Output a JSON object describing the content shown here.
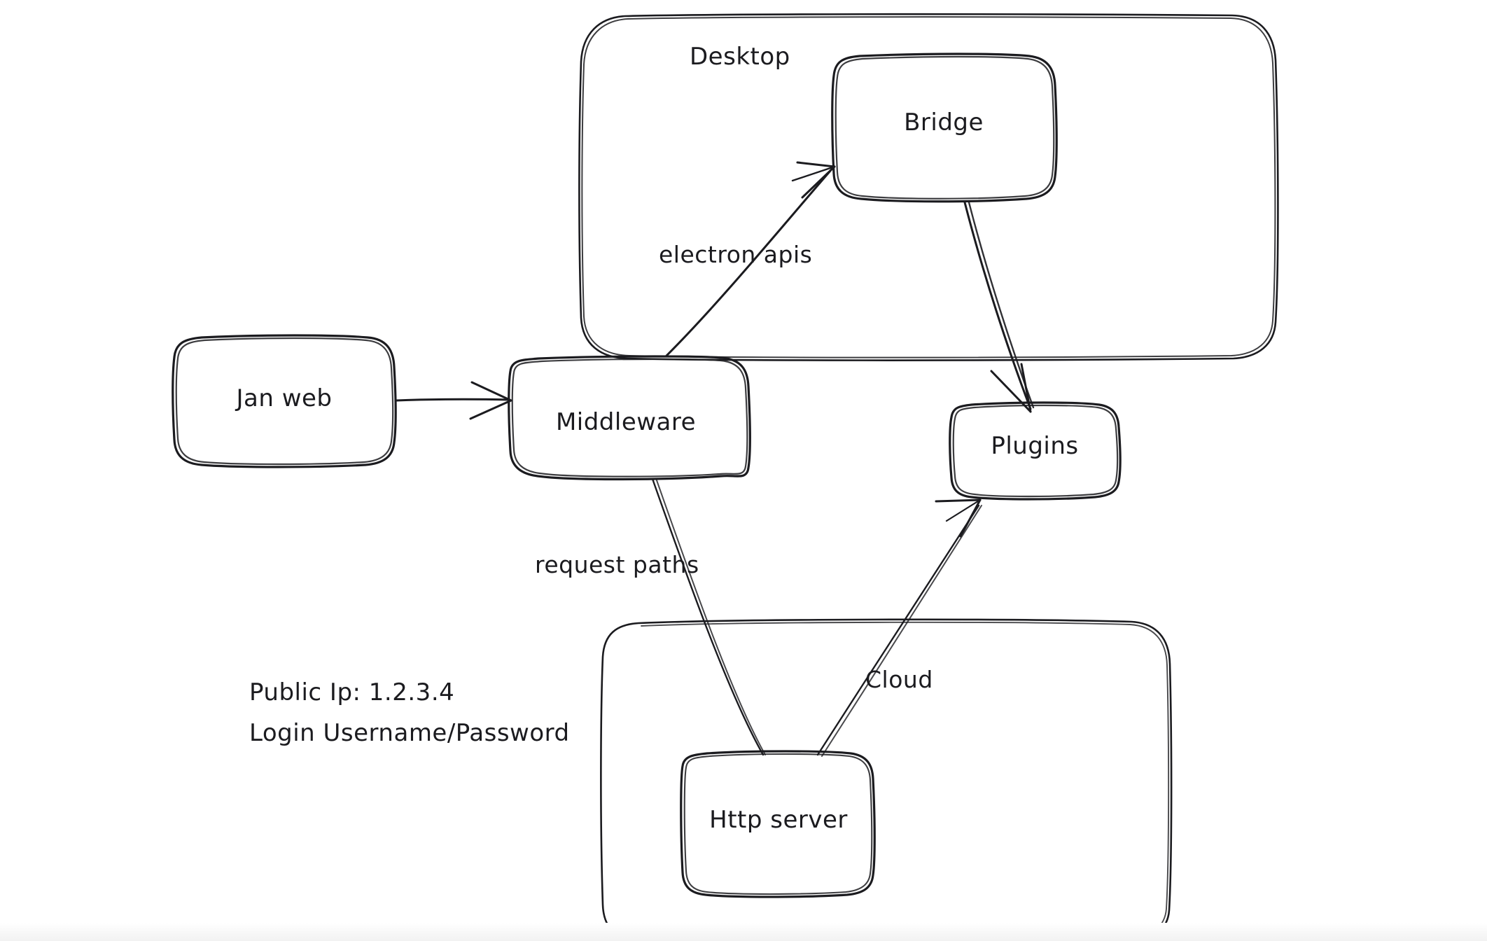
{
  "diagram": {
    "title": "Jan architecture sketch",
    "style": "hand-drawn whiteboard sketch",
    "background_color": "#ffffff",
    "stroke_color": "#1b1b1f"
  },
  "containers": [
    {
      "id": "desktop",
      "label": "Desktop"
    },
    {
      "id": "cloud",
      "label": ""
    }
  ],
  "nodes": [
    {
      "id": "jan-web",
      "label": "Jan web"
    },
    {
      "id": "middleware",
      "label": "Middleware"
    },
    {
      "id": "bridge",
      "label": "Bridge"
    },
    {
      "id": "plugins",
      "label": "Plugins"
    },
    {
      "id": "http-server",
      "label": "Http server"
    }
  ],
  "edges": [
    {
      "id": "janweb-to-middleware",
      "from": "jan-web",
      "to": "middleware",
      "label": ""
    },
    {
      "id": "middleware-to-bridge",
      "from": "middleware",
      "to": "bridge",
      "label": "electron apis"
    },
    {
      "id": "bridge-to-plugins",
      "from": "bridge",
      "to": "plugins",
      "label": ""
    },
    {
      "id": "middleware-to-httpserver",
      "from": "middleware",
      "to": "http-server",
      "label": "request paths"
    },
    {
      "id": "httpserver-to-plugins",
      "from": "http-server",
      "to": "plugins",
      "label": "Cloud"
    }
  ],
  "notes": {
    "public_ip": "Public Ip: 1.2.3.4",
    "login": "Login Username/Password"
  }
}
